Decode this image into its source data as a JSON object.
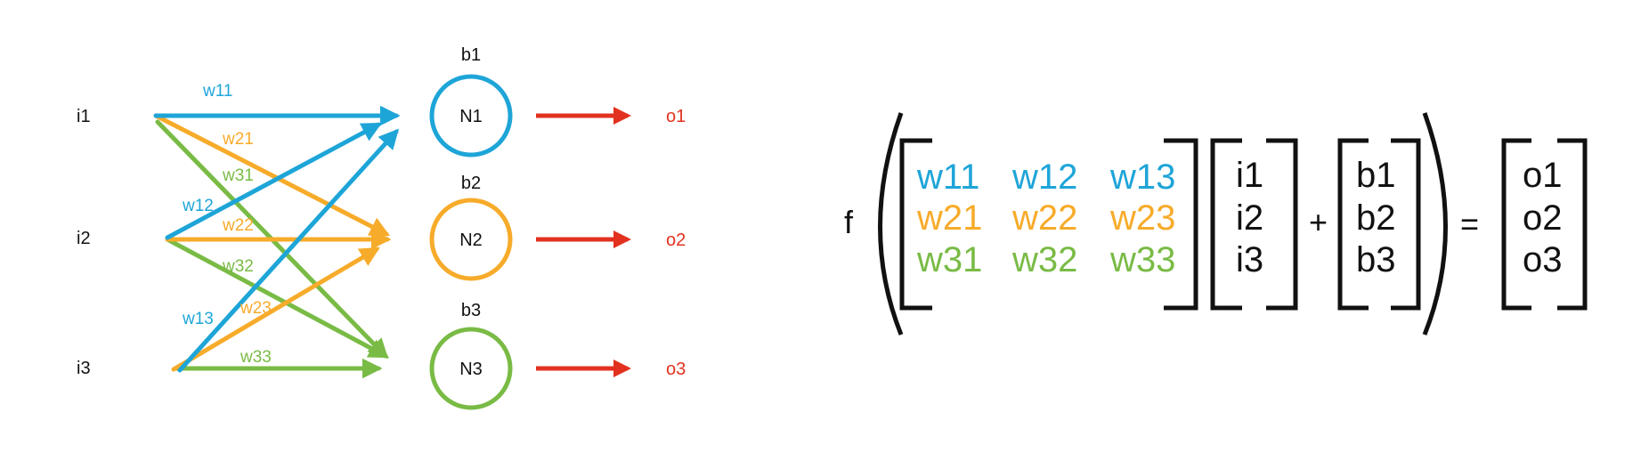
{
  "colors": {
    "blue": "#1ea5d8",
    "orange": "#f7ab2a",
    "green": "#79bb45",
    "red": "#e2321f",
    "black": "#111111"
  },
  "network": {
    "inputs": [
      "i1",
      "i2",
      "i3"
    ],
    "neurons": [
      {
        "label": "N1",
        "bias": "b1",
        "color": "blue",
        "output": "o1"
      },
      {
        "label": "N2",
        "bias": "b2",
        "color": "orange",
        "output": "o2"
      },
      {
        "label": "N3",
        "bias": "b3",
        "color": "green",
        "output": "o3"
      }
    ],
    "weight_labels": [
      "w11",
      "w21",
      "w31",
      "w12",
      "w22",
      "w32",
      "w13",
      "w23",
      "w33"
    ]
  },
  "equation": {
    "func": "f",
    "weights": [
      [
        "w11",
        "w12",
        "w13"
      ],
      [
        "w21",
        "w22",
        "w23"
      ],
      [
        "w31",
        "w32",
        "w33"
      ]
    ],
    "inputs": [
      "i1",
      "i2",
      "i3"
    ],
    "plus": "+",
    "biases": [
      "b1",
      "b2",
      "b3"
    ],
    "equals": "=",
    "outputs": [
      "o1",
      "o2",
      "o3"
    ]
  }
}
